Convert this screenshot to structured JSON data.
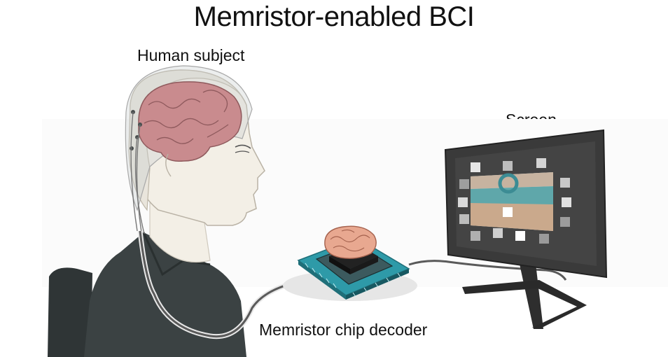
{
  "title": "Memristor-enabled BCI",
  "labels": {
    "subject": "Human subject",
    "screen": "Screen",
    "chip": "Memristor chip decoder"
  },
  "colors": {
    "brain": "#c98b8e",
    "skin": "#f3efe6",
    "shirt": "#3b4243",
    "chip": "#2e9aa8",
    "monitor": "#3a3a3a",
    "cable": "#5a5a5a"
  }
}
